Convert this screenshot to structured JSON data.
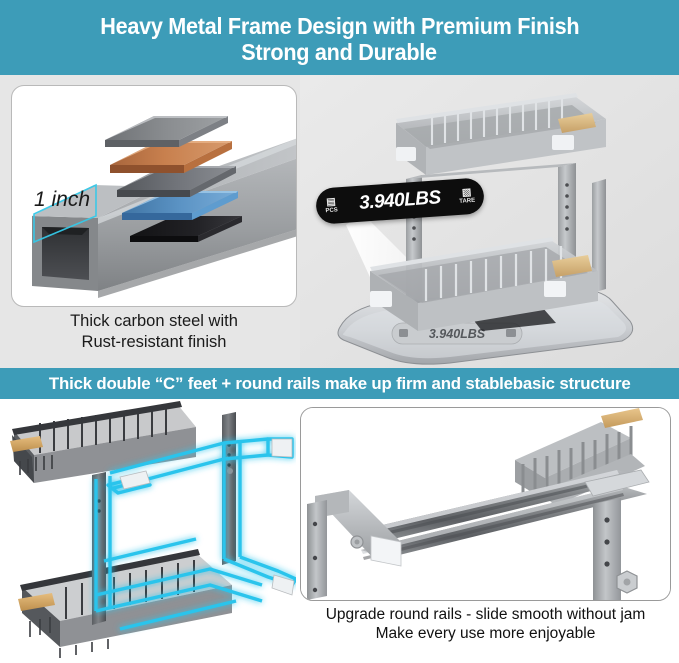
{
  "header": {
    "line1": "Heavy Metal Frame Design with Premium Finish",
    "line2": "Strong and Durable",
    "bg_color": "#3d9cb8",
    "text_color": "#ffffff"
  },
  "steel_panel": {
    "dimension_label": "1 inch",
    "caption_line1": "Thick carbon steel with",
    "caption_line2": "Rust-resistant finish",
    "layers": [
      {
        "name": "top-steel-plate",
        "color": "#8a8d90"
      },
      {
        "name": "copper-coating-plate",
        "color": "#c47a4a"
      },
      {
        "name": "mid-steel-plate",
        "color": "#6f7276"
      },
      {
        "name": "blue-primer-plate",
        "color": "#5b93c4"
      },
      {
        "name": "black-base-plate",
        "color": "#1d1d1f"
      }
    ],
    "tube_color": "#9a9da0",
    "accent_color": "#35c8e8"
  },
  "product_panel": {
    "weight_value": "3.940LBS",
    "scale_display_value": "3.940LBS",
    "callout_bg": "#0d0d0d",
    "callout_text_color": "#ffffff",
    "left_icon_label": "PCS",
    "right_icon_label": "TARE",
    "wood_handle_color": "#d8b878",
    "metal_color": "#b4b7ba"
  },
  "mid_banner": {
    "text": "Thick double “C” feet + round rails make up firm and stablebasic structure",
    "bg_color": "#3d9cb8",
    "text_color": "#ffffff"
  },
  "cfeet_panel": {
    "frame_color": "#4a4c50",
    "highlight_color": "#29c4ec",
    "wood_handle_color": "#d8a860"
  },
  "rails_panel": {
    "caption_line1": "Upgrade round rails - slide smooth without jam",
    "caption_line2": "Make every use more enjoyable",
    "rail_color": "#8f9295",
    "post_color": "#a9acaf"
  }
}
